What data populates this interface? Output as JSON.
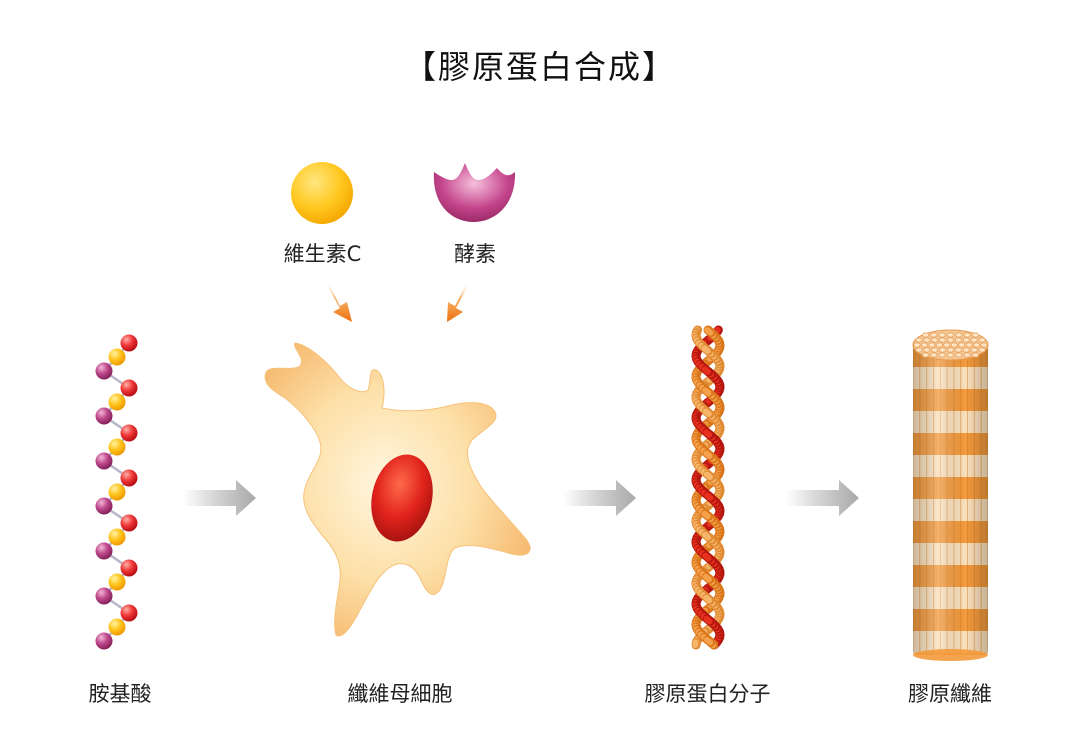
{
  "title": "【膠原蛋白合成】",
  "inputs": {
    "vitamin_c": "維生素C",
    "enzyme": "酵素"
  },
  "stages": [
    {
      "label": "胺基酸"
    },
    {
      "label": "纖維母細胞"
    },
    {
      "label": "膠原蛋白分子"
    },
    {
      "label": "膠原纖維"
    }
  ],
  "colors": {
    "vitamin_c": "#f5b800",
    "enzyme": "#b8337a",
    "input_arrow": "#ef7d1a",
    "flow_arrow": "#b5b5b5",
    "cell": "#f9cf8a",
    "nucleus": "#d81e1e",
    "strand_orange": "#f28a2c",
    "strand_red": "#e8271c",
    "fiber_orange": "#f39a3c",
    "fiber_cream": "#fbe1bd"
  }
}
